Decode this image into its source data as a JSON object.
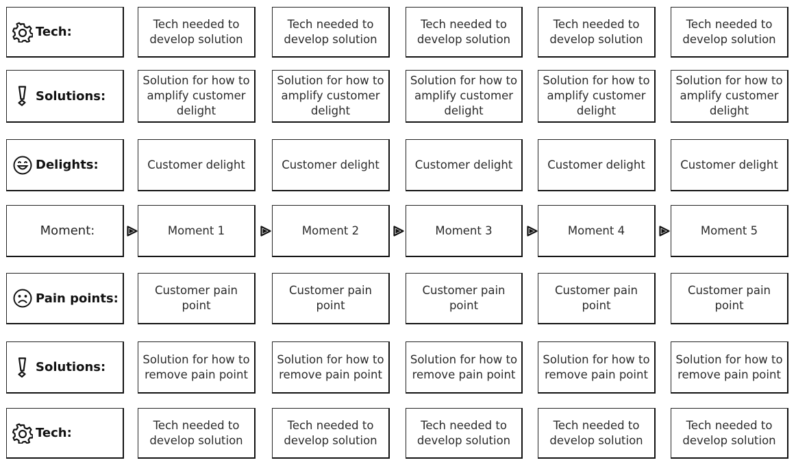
{
  "rows": [
    {
      "label": "Tech:",
      "icon": "gear-icon",
      "cells": [
        "Tech needed to develop solution",
        "Tech needed to develop solution",
        "Tech needed to develop solution",
        "Tech needed to develop solution",
        "Tech needed to develop solution"
      ]
    },
    {
      "label": "Solutions:",
      "icon": "exclamation-icon",
      "cells": [
        "Solution for how to amplify customer delight",
        "Solution for how to amplify customer delight",
        "Solution for how to amplify customer delight",
        "Solution for how to amplify customer delight",
        "Solution for how to amplify customer delight"
      ]
    },
    {
      "label": "Delights:",
      "icon": "smiley-face-icon",
      "cells": [
        "Customer delight",
        "Customer delight",
        "Customer delight",
        "Customer delight",
        "Customer delight"
      ]
    },
    {
      "label": "Moment:",
      "icon": "",
      "cells": [
        "Moment 1",
        "Moment 2",
        "Moment 3",
        "Moment 4",
        "Moment 5"
      ]
    },
    {
      "label": "Pain points:",
      "icon": "sad-face-icon",
      "cells": [
        "Customer pain point",
        "Customer pain point",
        "Customer pain point",
        "Customer pain point",
        "Customer pain point"
      ]
    },
    {
      "label": "Solutions:",
      "icon": "exclamation-icon",
      "cells": [
        "Solution for how to remove pain point",
        "Solution for how to remove pain point",
        "Solution for how to remove pain point",
        "Solution for how to remove pain point",
        "Solution for how to remove pain point"
      ]
    },
    {
      "label": "Tech:",
      "icon": "gear-icon",
      "cells": [
        "Tech needed to develop solution",
        "Tech needed to develop solution",
        "Tech needed to develop solution",
        "Tech needed to develop solution",
        "Tech needed to develop solution"
      ]
    }
  ]
}
